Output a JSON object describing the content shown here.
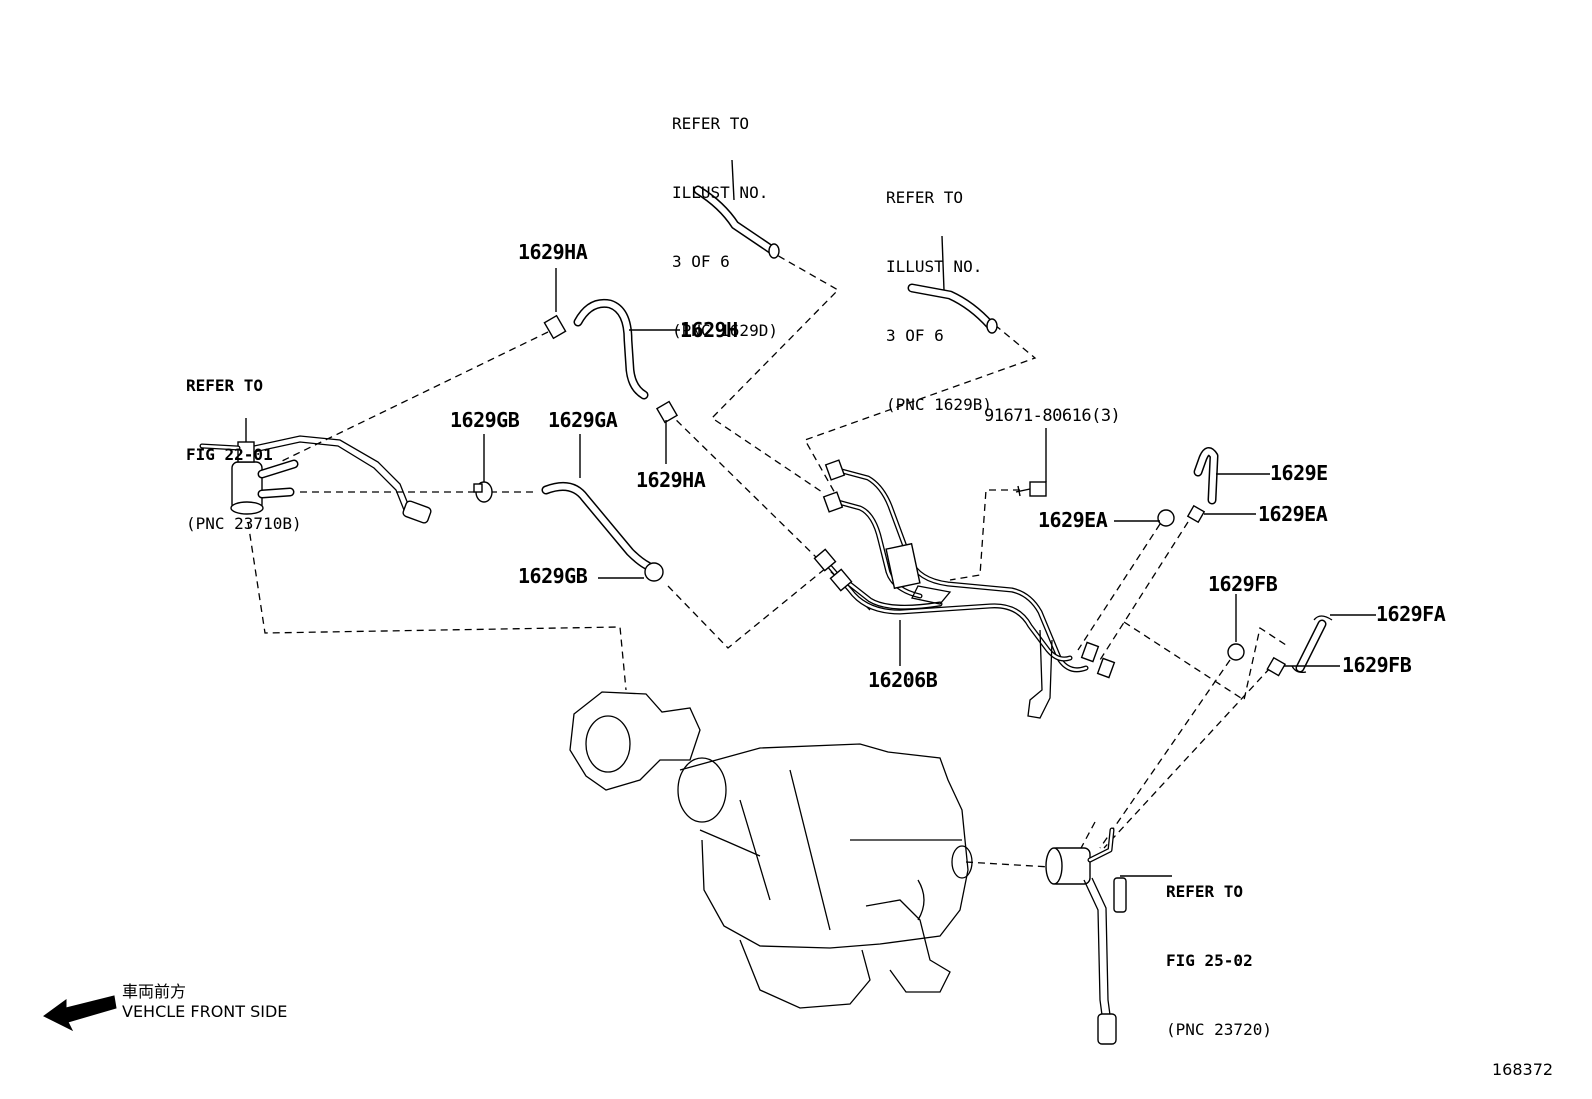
{
  "refs": {
    "upper_left": [
      "REFER TO",
      "ILLUST NO.",
      "3 OF 6",
      "(PNC 1629D)"
    ],
    "upper_right": [
      "REFER TO",
      "ILLUST NO.",
      "3 OF 6",
      "(PNC 1629B)"
    ],
    "left_fig": [
      "REFER TO",
      "FIG 22-01",
      "(PNC 23710B)"
    ],
    "right_fig": [
      "REFER TO",
      "FIG 25-02",
      "(PNC 23720)"
    ]
  },
  "parts": {
    "hose_clip_top": "1629HA",
    "hose_h": "1629H",
    "hose_clip_mid": "1629HA",
    "clip_gb_top": "1629GB",
    "hose_ga": "1629GA",
    "clip_gb_bottom": "1629GB",
    "bolt": "91671-80616(3)",
    "hose_e": "1629E",
    "clip_ea_left": "1629EA",
    "clip_ea_right": "1629EA",
    "clip_fb_top": "1629FB",
    "hose_fa": "1629FA",
    "clip_fb_bottom": "1629FB",
    "pipe_assembly": "16206B"
  },
  "orientation": {
    "japanese": "車両前方",
    "english": "VEHCLE FRONT SIDE"
  },
  "illustration_number": "168372"
}
